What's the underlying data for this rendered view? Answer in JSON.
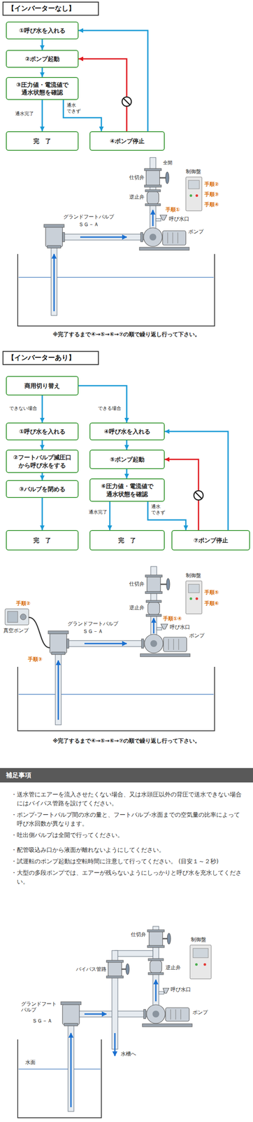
{
  "diagram": {
    "nodes": [
      {
        "text": [
          "【インバーターなし】"
        ]
      },
      {
        "text": [
          "①呼び水を入れる"
        ]
      },
      {
        "text": [
          "②ポンプ起動"
        ]
      },
      {
        "text": [
          "③圧力値・電流値で 通水状態を確認"
        ]
      },
      {
        "text": [
          "完　了"
        ]
      },
      {
        "text": [
          "④ポンプ停止"
        ]
      },
      {
        "text": [
          "【インバーターあり】"
        ]
      },
      {
        "text": [
          "商用切り替え"
        ]
      },
      {
        "text": [
          "①呼び水を入れる"
        ]
      },
      {
        "text": [
          "④呼び水を入れる"
        ]
      },
      {
        "text": [
          "②フートバルブ減圧口 から呼び水をする"
        ]
      },
      {
        "text": [
          "⑤ポンプ起動"
        ]
      },
      {
        "text": [
          "③バルブを閉める"
        ]
      },
      {
        "text": [
          "⑥圧力値・電流値で 通水状態を確認"
        ]
      },
      {
        "text": [
          "完　了"
        ]
      },
      {
        "text": [
          "完　了"
        ]
      },
      {
        "text": [
          "⑦ポンプ停止"
        ]
      },
      {
        "text": [
          "補足事項"
        ]
      }
    ],
    "edges": [
      {
        "from": 1,
        "to": 2,
        "arrow": "to"
      },
      {
        "from": 2,
        "to": 3,
        "arrow": "to"
      },
      {
        "from": 3,
        "to": 4,
        "arrow": "to",
        "label": "通水完了"
      },
      {
        "from": 3,
        "to": 5,
        "arrow": "to",
        "label": "通水 できず"
      },
      {
        "from": 5,
        "to": 1,
        "arrow": "to"
      },
      {
        "from": 5,
        "to": 2,
        "arrow": "to"
      },
      {
        "from": 7,
        "to": 8,
        "arrow": "to",
        "label": "できない場合"
      },
      {
        "from": 7,
        "to": 9,
        "arrow": "to",
        "label": "できる場合"
      },
      {
        "from": 8,
        "to": 10,
        "arrow": "to"
      },
      {
        "from": 10,
        "to": 12,
        "arrow": "to"
      },
      {
        "from": 12,
        "to": 14,
        "arrow": "to"
      },
      {
        "from": 9,
        "to": 11,
        "arrow": "to"
      },
      {
        "from": 11,
        "to": 13,
        "arrow": "to"
      },
      {
        "from": 13,
        "to": 15,
        "arrow": "to",
        "label": "通水完了"
      },
      {
        "from": 13,
        "to": 16,
        "arrow": "to",
        "label": "通水 できず"
      },
      {
        "from": 16,
        "to": 9,
        "arrow": "to"
      },
      {
        "from": 16,
        "to": 11,
        "arrow": "to"
      }
    ],
    "labels": [
      "仕切弁",
      "全開",
      "逆止弁",
      "手順①",
      "呼び水口",
      "ポンプ",
      "制御盤",
      "手順②",
      "手順③",
      "手順④",
      "グランドフートバルブ",
      "ＳＧ－Ａ",
      "※完了するまで④→⑤→⑥→⑦の順で繰り返し行って下さい。",
      "仕切弁",
      "制御盤",
      "手順⑤",
      "手順⑥",
      "逆止弁",
      "手順①④",
      "呼び水口",
      "ポンプ",
      "手順②",
      "真空ポンプ",
      "手順③",
      "グランドフートバルブ",
      "ＳＧ－Ａ",
      "※完了するまで④→⑤→⑥→⑦の順で繰り返し行って下さい。",
      "・送水管にエアーを流入させたくない場合、又は水頭圧以外の背圧で送水できない場合にはバイパス管路を設けてください。",
      "・ポンプ-フートバルブ間の水の量と、フートバルブ-水面までの空気量の比率によって呼び水回数が異なります。",
      "・吐出側バルブは全開で行ってください。",
      "・配管吸込み口から液面が離れないようにしてください。",
      "・試運転のポンプ起動は空転時間に注意して行ってください。 (目安１～２秒)",
      "・大型の多段ポンプでは、エアーが残らないようにしっかりと呼び水を充水してください。",
      "仕切弁",
      "バイパス管路",
      "制御盤",
      "逆止弁",
      "呼び水口",
      "ポンプ",
      "グランドフート バルブ",
      "ＳＧ－Ａ",
      "水槽へ",
      "水面"
    ]
  }
}
